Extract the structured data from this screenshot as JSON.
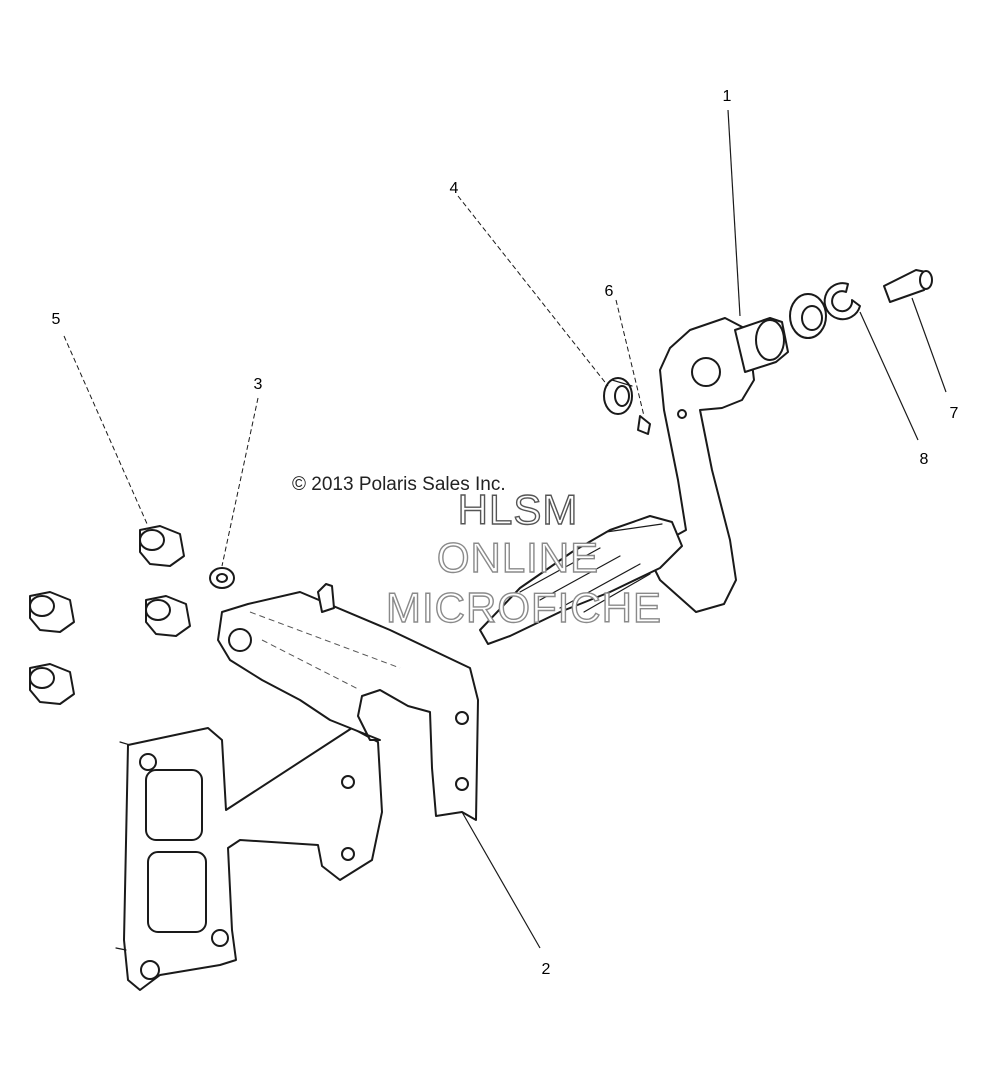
{
  "copyright": "© 2013 Polaris Sales Inc.",
  "watermark": {
    "line1": "HLSM",
    "line2": "ONLINE",
    "line3": "MICROFICHE"
  },
  "callouts": [
    {
      "id": "1",
      "label": "1"
    },
    {
      "id": "2",
      "label": "2"
    },
    {
      "id": "3",
      "label": "3"
    },
    {
      "id": "4",
      "label": "4"
    },
    {
      "id": "5",
      "label": "5"
    },
    {
      "id": "6",
      "label": "6"
    },
    {
      "id": "7",
      "label": "7"
    },
    {
      "id": "8",
      "label": "8"
    }
  ],
  "colors": {
    "line": "#1a1a1a",
    "watermark_outline": "#8a8a8a",
    "background": "#ffffff"
  }
}
